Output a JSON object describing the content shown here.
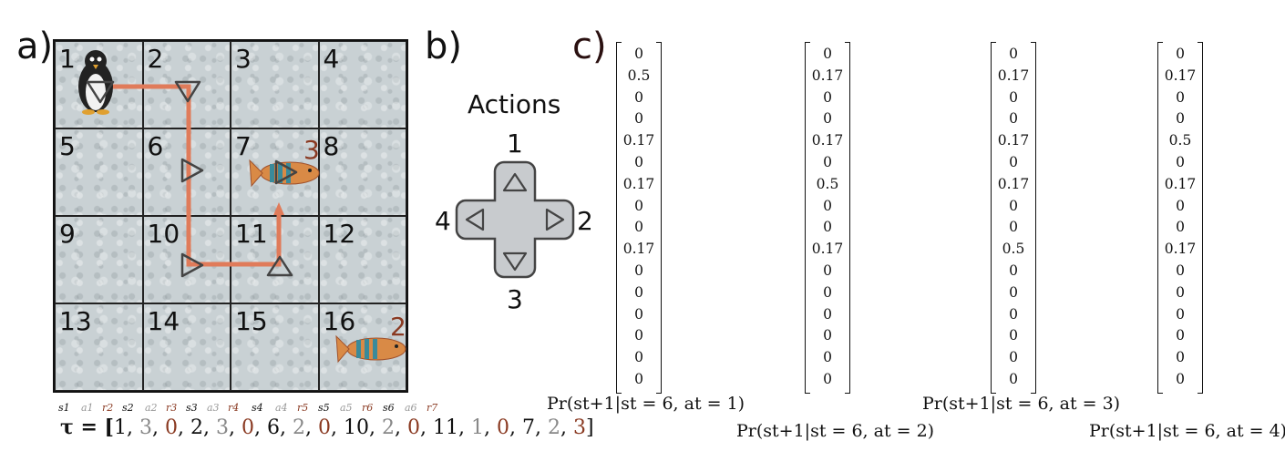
{
  "panel_a": {
    "label": "a)",
    "cells": [
      "1",
      "2",
      "3",
      "4",
      "5",
      "6",
      "7",
      "8",
      "9",
      "10",
      "11",
      "12",
      "13",
      "14",
      "15",
      "16"
    ],
    "rewards": [
      {
        "cell": "7",
        "value": "3"
      },
      {
        "cell": "16",
        "value": "2"
      }
    ],
    "path_color": "#e07b5a",
    "sequence_labels": [
      {
        "text": "s1",
        "kind": "s"
      },
      {
        "text": "a1",
        "kind": "a"
      },
      {
        "text": "r2",
        "kind": "r"
      },
      {
        "text": "s2",
        "kind": "s"
      },
      {
        "text": "a2",
        "kind": "a"
      },
      {
        "text": "r3",
        "kind": "r"
      },
      {
        "text": "s3",
        "kind": "s"
      },
      {
        "text": "a3",
        "kind": "a"
      },
      {
        "text": "r4",
        "kind": "r"
      },
      {
        "text": "s4",
        "kind": "s"
      },
      {
        "text": "a4",
        "kind": "a"
      },
      {
        "text": "r5",
        "kind": "r"
      },
      {
        "text": "s5",
        "kind": "s"
      },
      {
        "text": "a5",
        "kind": "a"
      },
      {
        "text": "r6",
        "kind": "r"
      },
      {
        "text": "s6",
        "kind": "s"
      },
      {
        "text": "a6",
        "kind": "a"
      },
      {
        "text": "r7",
        "kind": "r"
      }
    ],
    "tau_prefix": "τ = [",
    "tau_values": [
      "1",
      "3",
      "0",
      "2",
      "3",
      "0",
      "6",
      "2",
      "0",
      "10",
      "2",
      "0",
      "11",
      "1",
      "0",
      "7",
      "2",
      "3"
    ],
    "tau_suffix": "]"
  },
  "panel_b": {
    "label": "b)",
    "title": "Actions",
    "action_up": "1",
    "action_right": "2",
    "action_down": "3",
    "action_left": "4"
  },
  "panel_c": {
    "label": "c)",
    "vectors": [
      {
        "values": [
          "0",
          "0.5",
          "0",
          "0",
          "0.17",
          "0",
          "0.17",
          "0",
          "0",
          "0.17",
          "0",
          "0",
          "0",
          "0",
          "0",
          "0"
        ],
        "caption": "Pr(st+1|st = 6, at = 1)"
      },
      {
        "values": [
          "0",
          "0.17",
          "0",
          "0",
          "0.17",
          "0",
          "0.5",
          "0",
          "0",
          "0.17",
          "0",
          "0",
          "0",
          "0",
          "0",
          "0"
        ],
        "caption": "Pr(st+1|st = 6, at = 2)"
      },
      {
        "values": [
          "0",
          "0.17",
          "0",
          "0",
          "0.17",
          "0",
          "0.17",
          "0",
          "0",
          "0.5",
          "0",
          "0",
          "0",
          "0",
          "0",
          "0"
        ],
        "caption": "Pr(st+1|st = 6, at = 3)"
      },
      {
        "values": [
          "0",
          "0.17",
          "0",
          "0",
          "0.5",
          "0",
          "0.17",
          "0",
          "0",
          "0.17",
          "0",
          "0",
          "0",
          "0",
          "0",
          "0"
        ],
        "caption": "Pr(st+1|st = 6, at = 4)"
      }
    ]
  }
}
